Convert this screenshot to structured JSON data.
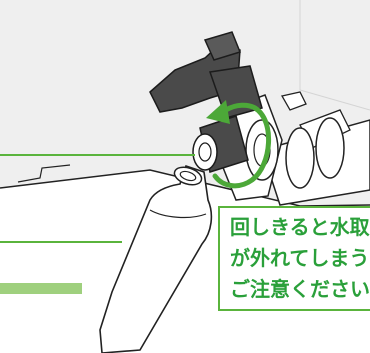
{
  "callout": {
    "lines": [
      "回しきると水取",
      "が外れてしまう",
      "ご注意ください"
    ]
  },
  "colors": {
    "accent_green": "#5ab43c",
    "accent_green_light": "#9fd07e",
    "wall_gray": "#efefef",
    "valve_dark": "#4a4a4a",
    "arrow_green": "#4ca838",
    "line_art": "#222222"
  },
  "icons": {
    "rotation_arrow": "counterclockwise-rotate-icon"
  }
}
